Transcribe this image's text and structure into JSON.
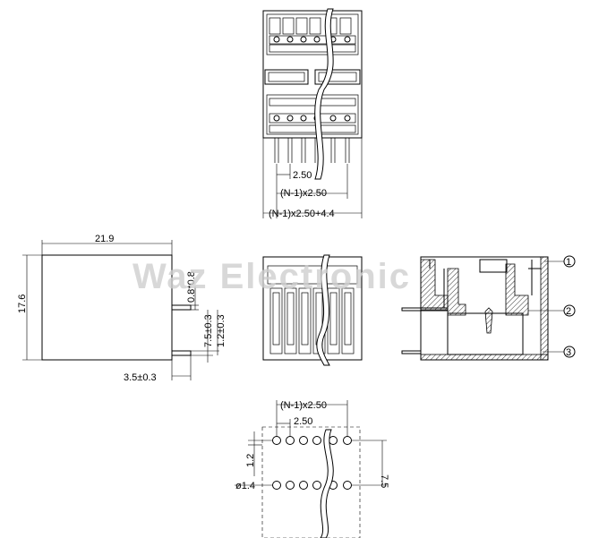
{
  "top_view": {
    "pitch_label": "2.50",
    "span_label": "(N-1)x2.50",
    "overall_label": "(N-1)x2.50+4.4"
  },
  "side_view": {
    "width_label": "21.9",
    "height_label": "17.6",
    "pin_thickness_label": "0.8*0.8",
    "row_offset_label": "7.5±0.3",
    "pin_offset_label": "1.2±0.3",
    "pin_length_label": "3.5±0.3"
  },
  "section_view": {
    "callouts": [
      "1",
      "2",
      "3"
    ]
  },
  "footprint": {
    "span_label": "(N-1)x2.50",
    "pitch_label": "2.50",
    "row_gap_label": "1.2",
    "row_pitch_label": "7.5",
    "hole_label": "ø1.4"
  },
  "watermark": "Waz Electronic"
}
